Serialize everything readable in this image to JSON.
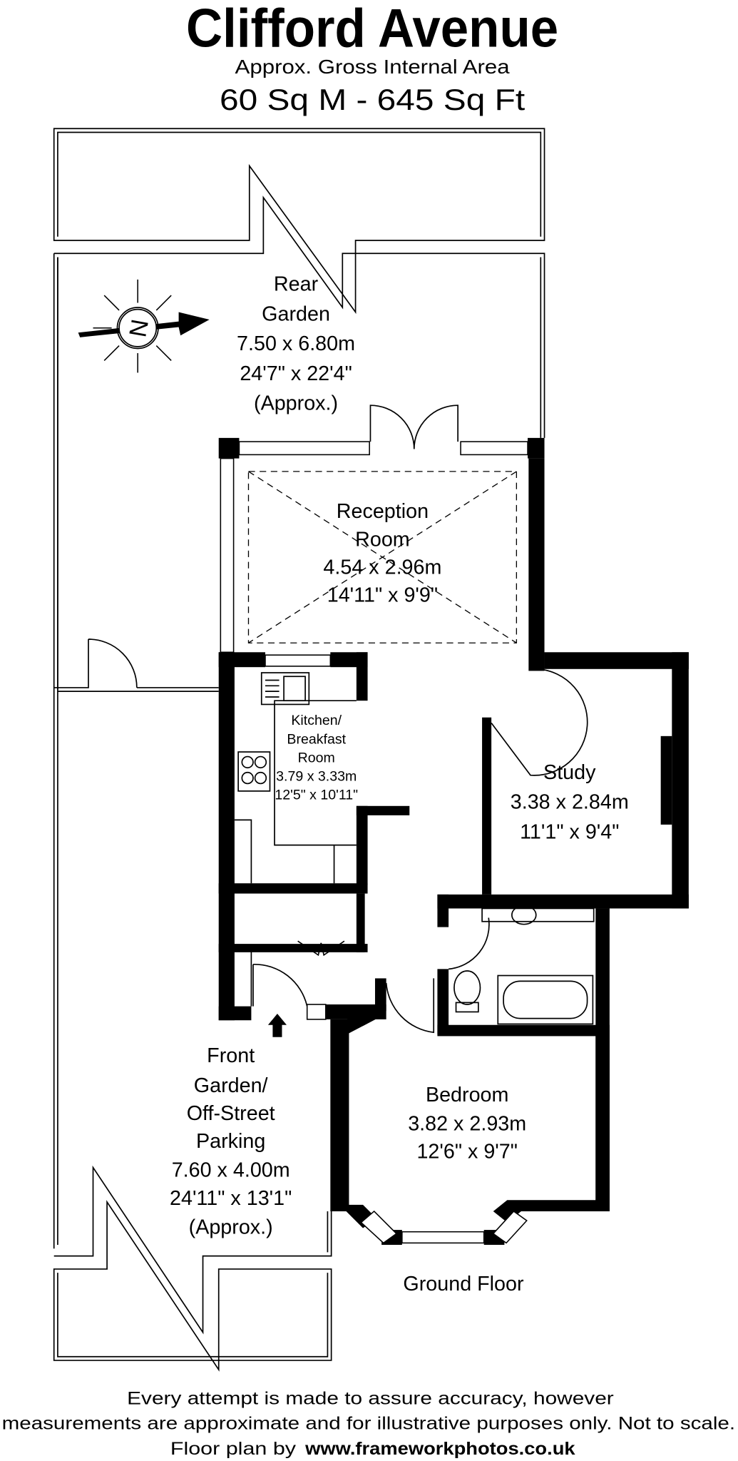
{
  "header": {
    "title": "Clifford Avenue",
    "subtitle": "Approx. Gross Internal Area",
    "area": "60 Sq M - 645 Sq Ft"
  },
  "compass": {
    "icon": "north-compass-icon",
    "letter": "N"
  },
  "rooms": {
    "rear_garden": {
      "line1": "Rear",
      "line2": "Garden",
      "metric": "7.50 x 6.80m",
      "imperial": "24'7\" x 22'4\"",
      "note": "(Approx.)"
    },
    "reception": {
      "line1": "Reception",
      "line2": "Room",
      "metric": "4.54 x 2.96m",
      "imperial": "14'11\" x 9'9\""
    },
    "kitchen": {
      "line1": "Kitchen/",
      "line2": "Breakfast",
      "line3": "Room",
      "metric": "3.79 x 3.33m",
      "imperial": "12'5\" x 10'11\""
    },
    "study": {
      "line1": "Study",
      "metric": "3.38 x 2.84m",
      "imperial": "11'1\" x 9'4\""
    },
    "front_garden": {
      "line1": "Front",
      "line2": "Garden/",
      "line3": "Off-Street",
      "line4": "Parking",
      "metric": "7.60 x 4.00m",
      "imperial": "24'11\" x 13'1\"",
      "note": "(Approx.)"
    },
    "bedroom": {
      "line1": "Bedroom",
      "metric": "3.82 x 2.93m",
      "imperial": "12'6\" x 9'7\""
    }
  },
  "floor_label": "Ground Floor",
  "footer": {
    "line1": "Every attempt is made to assure accuracy, however",
    "line2": "measurements are approximate and for illustrative purposes only. Not to scale.",
    "line3_prefix": "Floor plan by",
    "line3_link": "www.frameworkphotos.co.uk"
  }
}
